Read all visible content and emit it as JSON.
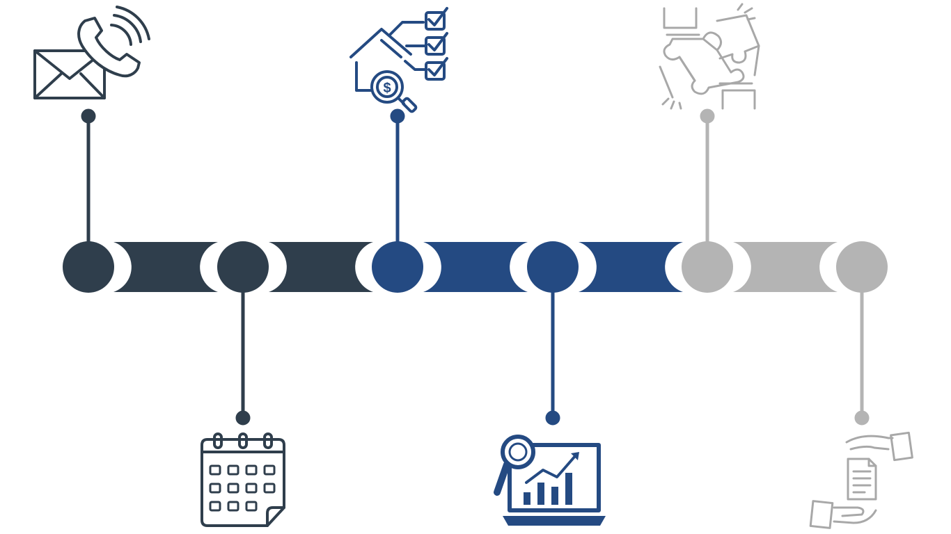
{
  "colors": {
    "dark": "#2f3e4c",
    "navy": "#244a82",
    "gray": "#b4b4b4",
    "icon_gray": "#a8a8a8",
    "background": "#ffffff"
  },
  "timeline": {
    "steps": [
      {
        "step": 1,
        "icon": "envelope-phone-icon",
        "icon_position": "top",
        "color": "dark"
      },
      {
        "step": 2,
        "icon": "calendar-icon",
        "icon_position": "bottom",
        "color": "dark"
      },
      {
        "step": 3,
        "icon": "house-valuation-checklist-icon",
        "icon_position": "top",
        "color": "navy"
      },
      {
        "step": 4,
        "icon": "laptop-analytics-icon",
        "icon_position": "bottom",
        "color": "navy"
      },
      {
        "step": 5,
        "icon": "puzzle-handshake-icon",
        "icon_position": "top",
        "color": "gray"
      },
      {
        "step": 6,
        "icon": "document-handover-icon",
        "icon_position": "bottom",
        "color": "gray"
      }
    ],
    "connectors": [
      {
        "from": 1,
        "to": 2,
        "color": "dark"
      },
      {
        "from": 2,
        "to": 3,
        "color": "dark"
      },
      {
        "from": 3,
        "to": 4,
        "color": "navy"
      },
      {
        "from": 4,
        "to": 5,
        "color": "navy"
      },
      {
        "from": 5,
        "to": 6,
        "color": "gray"
      }
    ]
  }
}
